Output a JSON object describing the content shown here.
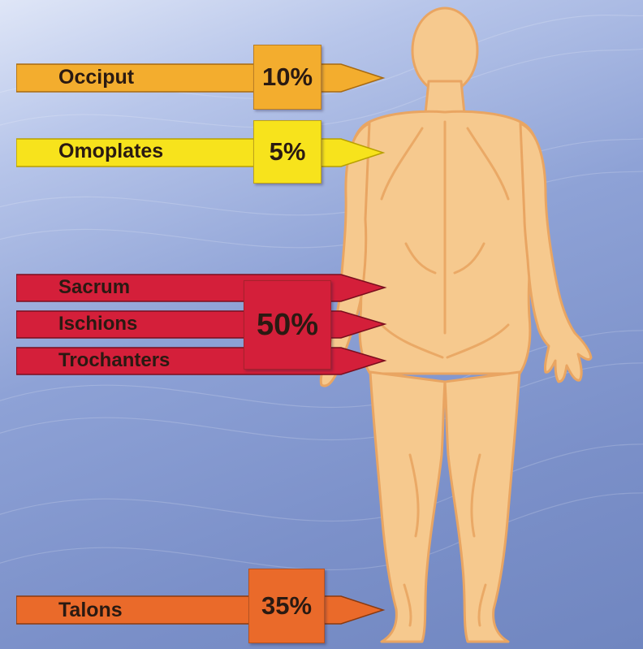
{
  "labels": {
    "occiput": "Occiput",
    "omoplates": "Omoplates",
    "sacrum": "Sacrum",
    "ischions": "Ischions",
    "trochanters": "Trochanters",
    "talons": "Talons"
  },
  "percentages": {
    "occiput": "10%",
    "omoplates": "5%",
    "pelvis": "50%",
    "talons": "35%"
  },
  "colors": {
    "occiput": "#f3ad2e",
    "omoplates": "#f7e31c",
    "pelvis": "#d41f3a",
    "talons": "#ea6a2a",
    "skin": "#f6c98e",
    "skin_shadow": "#e9a562"
  }
}
